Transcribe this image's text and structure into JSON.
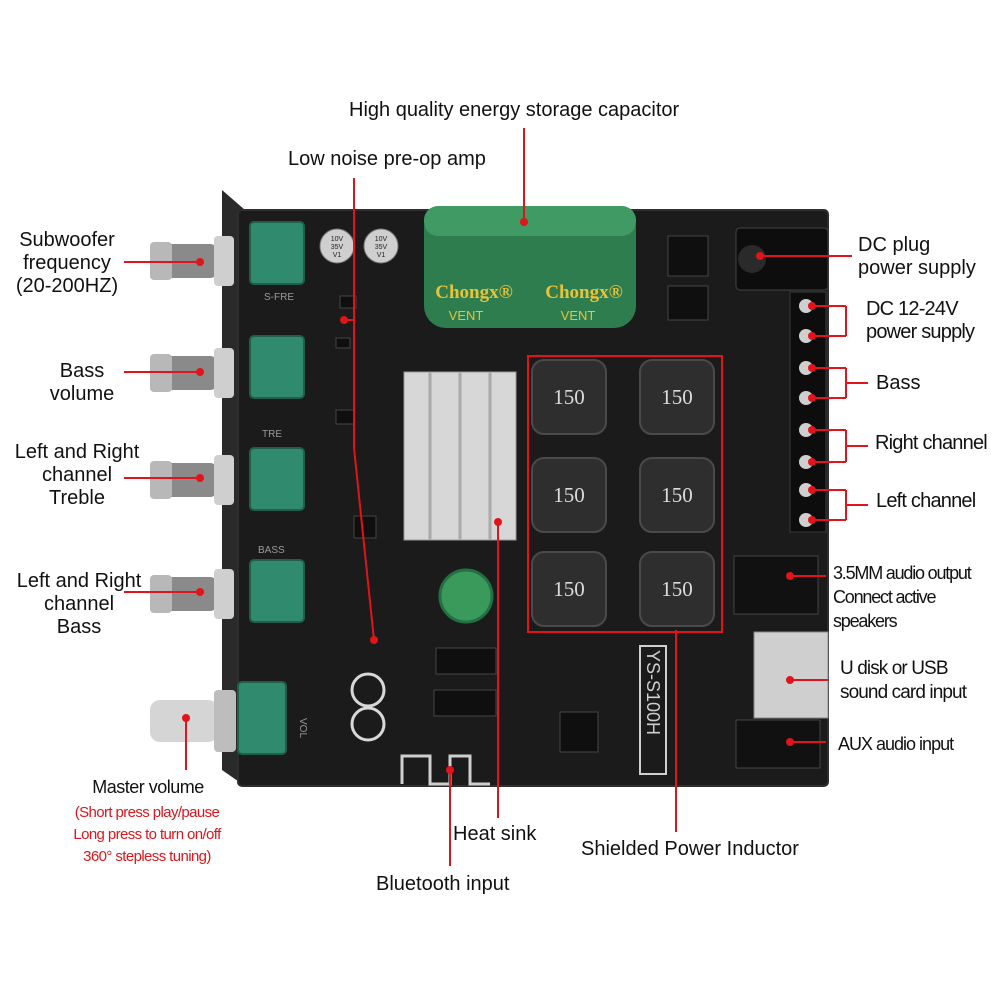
{
  "labels": {
    "capacitor": "High quality energy storage capacitor",
    "preamp": "Low noise pre-op amp",
    "subwoofer": [
      "Subwoofer",
      "frequency",
      "(20-200HZ)"
    ],
    "bass_volume": [
      "Bass",
      "volume"
    ],
    "treble": [
      "Left and Right",
      "channel",
      "Treble"
    ],
    "bass": [
      "Left and Right",
      "channel",
      "Bass"
    ],
    "master": "Master volume",
    "master_notes": [
      "(Short press play/pause",
      "Long press to turn on/off",
      "360° stepless tuning)"
    ],
    "dc_plug": [
      "DC plug",
      "power supply"
    ],
    "dc_power": [
      "DC 12-24V",
      "power supply"
    ],
    "bass_terminal": "Bass",
    "right_channel": "Right channel",
    "left_channel": "Left channel",
    "audio_out": [
      "3.5MM audio output",
      "Connect active",
      "speakers"
    ],
    "usb": [
      "U disk or USB",
      "sound card input"
    ],
    "aux": "AUX audio input",
    "heat_sink": "Heat sink",
    "inductor": "Shielded Power Inductor",
    "bluetooth": "Bluetooth input"
  },
  "board_text": {
    "capacitor_brand_1": "Chongx®",
    "capacitor_brand_2": "Chongx®",
    "vent_1": "VENT",
    "vent_2": "VENT",
    "cap_small_1": [
      "10V",
      "35V",
      "V1"
    ],
    "cap_small_2": [
      "10V",
      "35V",
      "V1"
    ],
    "inductor_value": "150",
    "model": "YS-S100H",
    "silk_sfre": "S-FRE",
    "silk_tre": "TRE",
    "silk_bass": "BASS",
    "silk_vol": "VOL"
  },
  "colors": {
    "accent": "#e0141a",
    "board": "#1b1b1b",
    "pot": "#2f8a6e",
    "capacitor": "#2e7d4f"
  }
}
